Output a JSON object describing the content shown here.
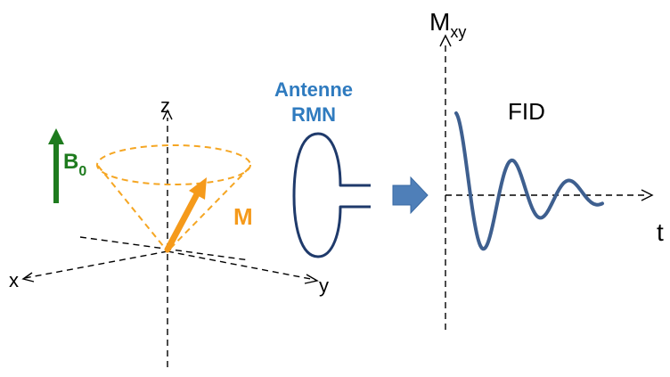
{
  "labels": {
    "z": "z",
    "x": "x",
    "y": "y",
    "b0": "B",
    "b0_sub": "0",
    "magnetization": "M",
    "antenna_line1": "Antenne",
    "antenna_line2": "RMN",
    "signal_axis": "M",
    "signal_axis_sub": "xy",
    "fid": "FID",
    "time_axis": "t"
  },
  "colors": {
    "b0": "#1e7b1e",
    "magnetization": "#f59a1b",
    "antenna_label": "#2f7bbf",
    "antenna_coil": "#1f3a6b",
    "process_arrow": "#4f7fb8",
    "fid_curve": "#3e5f8f",
    "axes": "#000000"
  },
  "icons": {
    "process_arrow": "right-arrow-icon",
    "antenna": "coil-antenna-icon"
  }
}
